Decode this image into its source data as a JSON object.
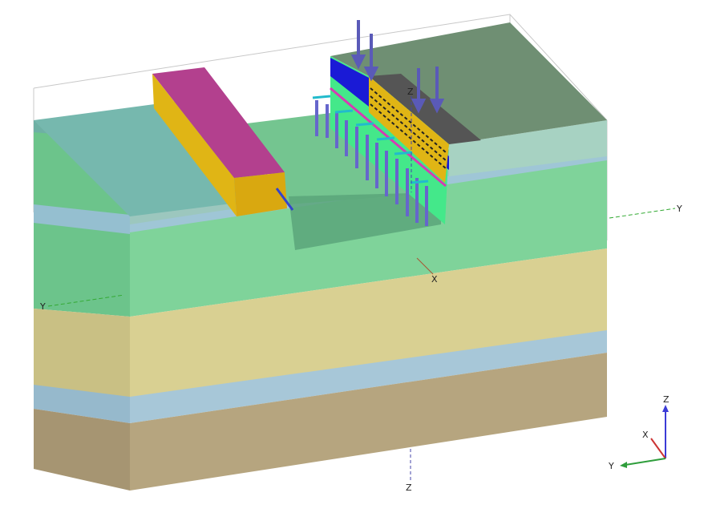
{
  "axes": {
    "y_right": "Y",
    "y_left": "Y",
    "x_center": "X",
    "z_top": "Z",
    "z_bottom": "Z"
  },
  "triad": {
    "z": "Z",
    "x": "X",
    "y": "Y"
  },
  "colors": {
    "soil_top_layer": "#6fb6a8",
    "soil_clay": "#7fd39a",
    "soil_sand": "#d9d092",
    "soil_base": "#b6a57f",
    "interface_band": "#9fc6d6",
    "excavation": "#5aa57a",
    "wall_side": "#e0b515",
    "wall_top": "#b3408e",
    "building": "#6f8f73",
    "foundation": "#44e88a",
    "load_arrow": "#5a5ab8",
    "pile": "#6666cc"
  }
}
